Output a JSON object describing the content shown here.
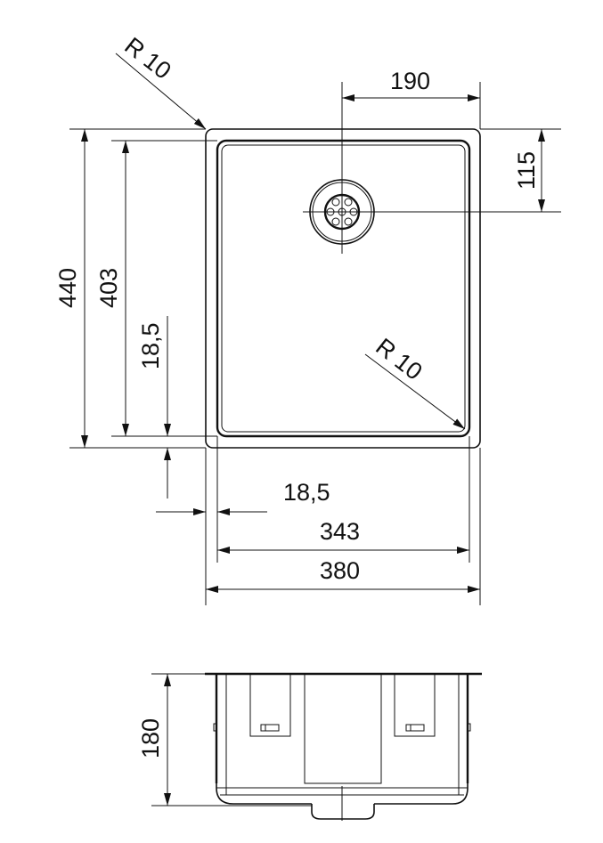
{
  "drawing": {
    "radius_top_left": "R 10",
    "radius_inner": "R 10",
    "dim_drain_x": "190",
    "dim_drain_y": "115",
    "dim_outer_depth": "440",
    "dim_inner_depth": "403",
    "dim_rim_vertical": "18,5",
    "dim_rim_horizontal": "18,5",
    "dim_inner_width": "343",
    "dim_outer_width": "380",
    "dim_height": "180"
  }
}
